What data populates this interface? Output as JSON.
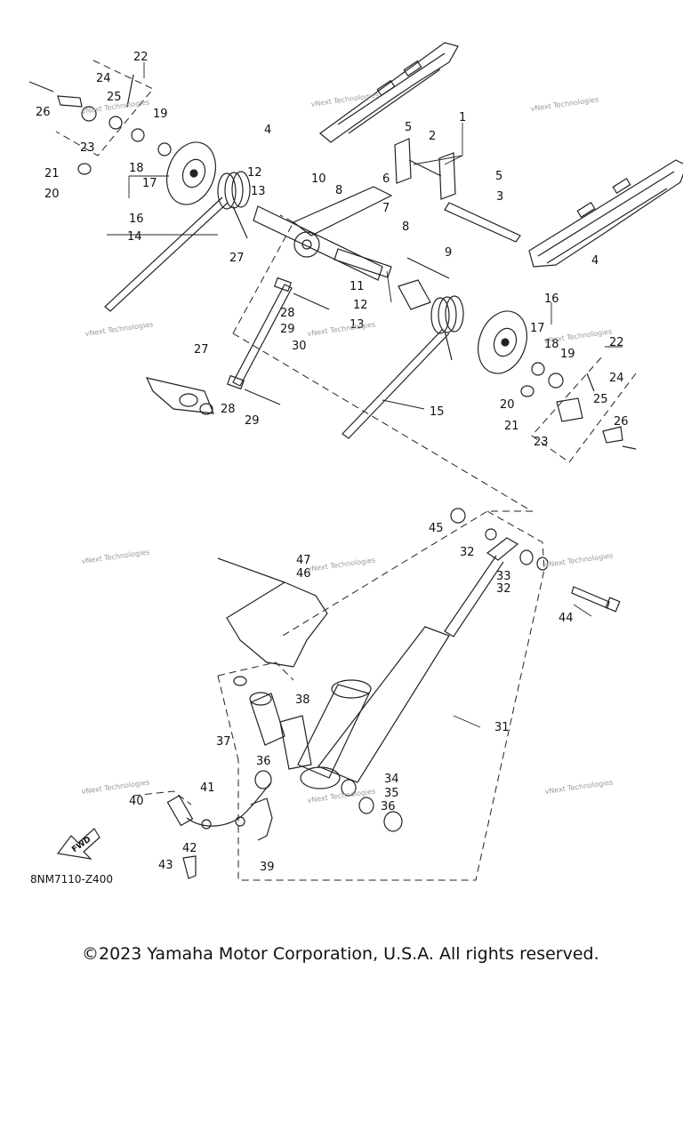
{
  "callouts": [
    "1",
    "2",
    "3",
    "4",
    "5",
    "6",
    "7",
    "8",
    "9",
    "10",
    "11",
    "12",
    "13",
    "14",
    "15",
    "16",
    "17",
    "18",
    "19",
    "20",
    "21",
    "22",
    "23",
    "24",
    "25",
    "26",
    "27",
    "28",
    "29",
    "30",
    "31",
    "32",
    "33",
    "34",
    "35",
    "36",
    "37",
    "38",
    "39",
    "40",
    "41",
    "42",
    "43",
    "44",
    "45",
    "46",
    "47"
  ],
  "watermark": "vNext Technologies",
  "fwd_label": "FWD",
  "drawing_id": "8NM7110-Z400",
  "copyright": "©2023 Yamaha Motor Corporation, U.S.A. All rights reserved."
}
